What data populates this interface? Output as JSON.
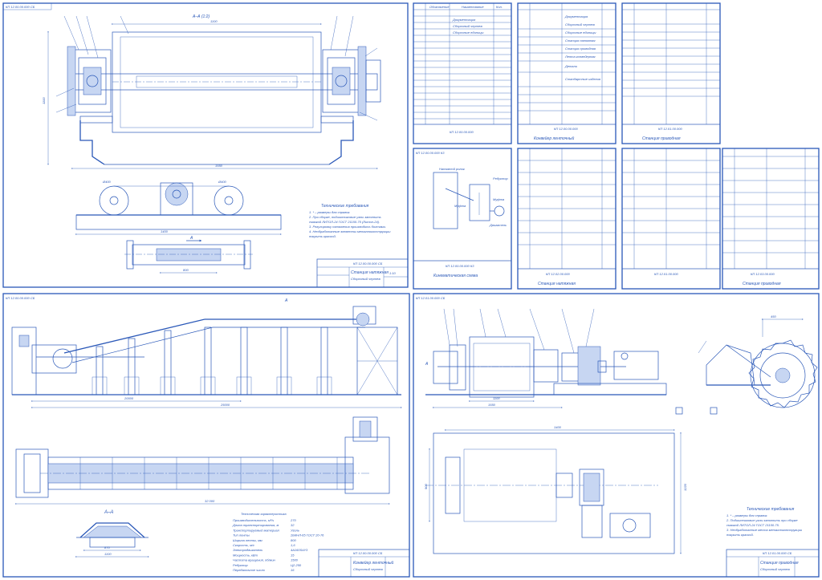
{
  "colors": {
    "ink": "#2a58b8",
    "paper": "#ffffff",
    "fill": "#c7d6f2"
  },
  "sheets": {
    "tension_station": {
      "code": "КП 12.00.00.000 СБ",
      "name": "Станция натяжная",
      "subtitle": "Сборочный чертеж",
      "section": "А–А (1:2)",
      "notes_title": "Технические требования",
      "notes": [
        "1. * – размеры для справок.",
        "2. При сборке, подшипниковые узлы заполнить",
        "смазкой ЛИТОЛ-24 ГОСТ 21150-75 (Литол-24).",
        "3. Регулировку натяжения производить болтами.",
        "4. Необработанные элементы металлоконструкции",
        "покрыть краской."
      ],
      "dims": [
        "1100",
        "1550",
        "1100",
        "1400",
        "800",
        "Ø400",
        "Ø400",
        "Ø100"
      ],
      "view_label": "А",
      "scale": "1:10"
    },
    "spec_1": {
      "code": "КП 12.00.00.000",
      "title": "Конвейер ленточный",
      "headers": [
        "Обозначение",
        "Наименование",
        "Кол."
      ],
      "rows": [
        "Документация",
        "Сборочный чертеж",
        "Сборочные единицы",
        "Станция натяжная",
        "Станция приводная",
        "Лента конвейерная",
        "Детали",
        "Стандартные изделия"
      ]
    },
    "spec_2": {
      "code": "КП 12.01.00.000",
      "title": "Станция приводная"
    },
    "spec_3": {
      "code": "КП 12.02.00.000",
      "title": "Станция натяжная"
    },
    "spec_4": {
      "code": "КП 12.03.00.000",
      "title": "Станция приводная"
    },
    "kinematic": {
      "code": "КП 12.00.00.000 К3",
      "title": "Кинематическая схема",
      "labels": [
        "Натяжной ролик",
        "Муфта",
        "Редуктор",
        "Муфта",
        "Двигатель"
      ]
    },
    "conveyor": {
      "code": "КП 12.00.00.000 СБ",
      "name": "Конвейер ленточный",
      "subtitle": "Сборочный чертеж",
      "section": "А–А",
      "dims": [
        "20000",
        "25000",
        "32 000",
        "1100",
        "1400",
        "870"
      ],
      "specs_title": "Техническая характеристика",
      "specs": [
        [
          "Производительность, м³/ч",
          "270"
        ],
        [
          "Длина транспортирования, м",
          "32"
        ],
        [
          "Транспортируемый материал",
          "Уголь"
        ],
        [
          "Тип ленты",
          "2БКНЛ-65 ГОСТ 20-76"
        ],
        [
          "Ширина ленты, мм",
          "800"
        ],
        [
          "Скорость, м/с",
          "1,6"
        ],
        [
          "Электродвигатель",
          "4A160S4У3"
        ],
        [
          "Мощность, кВт",
          "15"
        ],
        [
          "Частота вращения, об/мин",
          "1500"
        ],
        [
          "Редуктор",
          "Ц2-250"
        ],
        [
          "Передаточное число",
          "16"
        ]
      ]
    },
    "drive_station": {
      "code": "КП 12.01.00.000 СБ",
      "name": "Станция приводная",
      "subtitle": "Сборочный чертеж",
      "notes_title": "Технические требования",
      "notes": [
        "1. * – размеры для справок.",
        "2. Подшипниковые узлы заполнить при сборке",
        "смазкой ЛИТОЛ-24 ГОСТ 21150-75.",
        "3. Необработанные места металлоконструкции",
        "покрыть краской."
      ],
      "dims": [
        "1100",
        "1550",
        "450",
        "1220",
        "Ø800",
        "900",
        "1400"
      ],
      "view_label": "А"
    }
  }
}
